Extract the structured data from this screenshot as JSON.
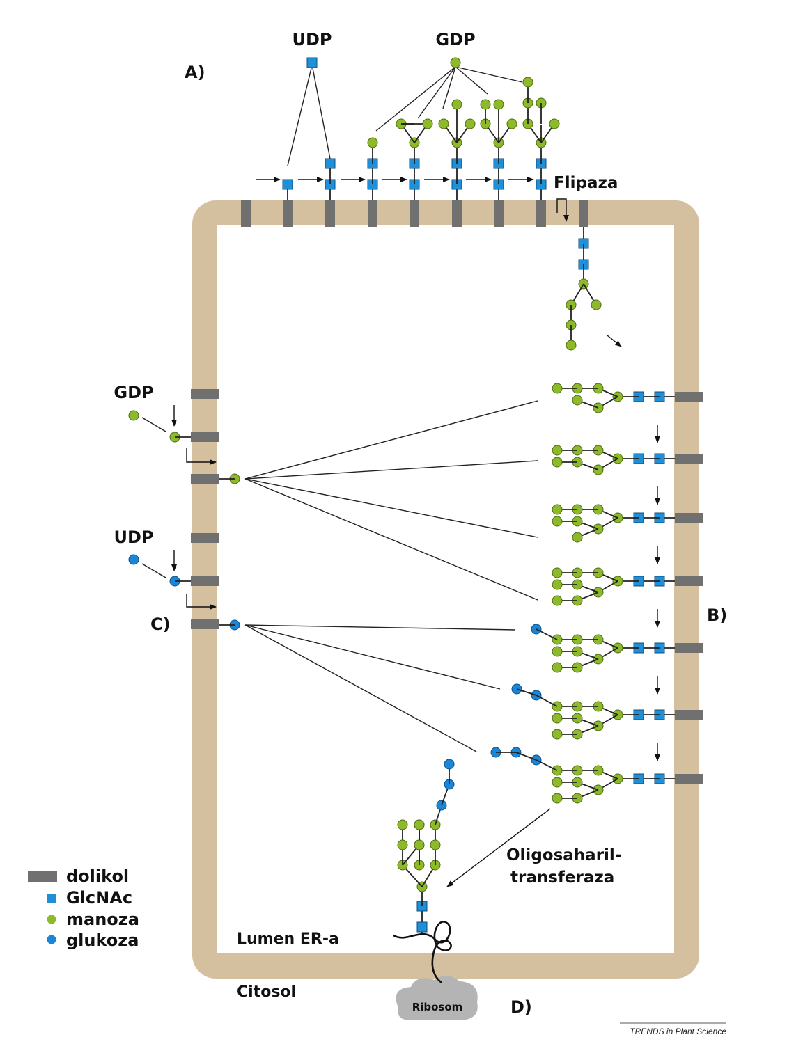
{
  "labels": {
    "panel_a": "A)",
    "panel_b": "B)",
    "panel_c": "C)",
    "panel_d": "D)",
    "udp_top": "UDP",
    "gdp_top": "GDP",
    "gdp_left": "GDP",
    "udp_left": "UDP",
    "flippase": "Flipaza",
    "ost_line1": "Oligosaharil-",
    "ost_line2": "transferaza",
    "lumen": "Lumen ER-a",
    "cytosol": "Citosol",
    "ribosome": "Ribosom",
    "credit": "TRENDS in Plant Science"
  },
  "legend": [
    {
      "label": "dolikol",
      "symbol": "dolichol-bar"
    },
    {
      "label": "GlcNAc",
      "symbol": "blue-square"
    },
    {
      "label": "manoza",
      "symbol": "green-circle"
    },
    {
      "label": "glukoza",
      "symbol": "blue-circle"
    }
  ],
  "colors": {
    "membrane": "#d4c09e",
    "dolichol": "#707070",
    "glcnac": "#1f8fd8",
    "mannose": "#8dba2a",
    "glucose": "#1c86d6",
    "ribosome": "#b4b4b4"
  }
}
